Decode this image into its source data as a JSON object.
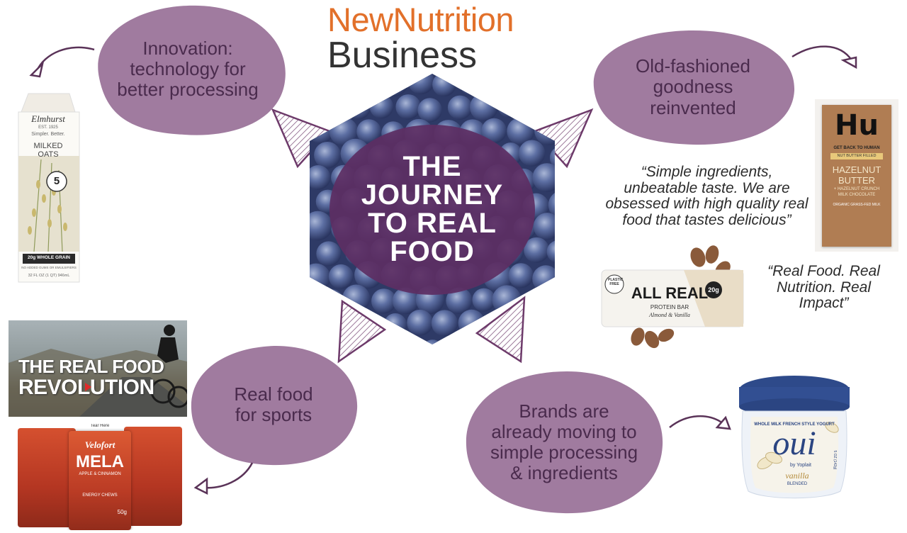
{
  "logo": {
    "line1": "NewNutrition",
    "line2": "Business"
  },
  "center": {
    "lines": [
      "THE",
      "JOURNEY",
      "TO REAL",
      "FOOD"
    ]
  },
  "bubbles": {
    "innovation": [
      "Innovation:",
      "technology for",
      "better processing"
    ],
    "oldfashioned": [
      "Old-fashioned",
      "goodness",
      "reinvented"
    ],
    "sports": [
      "Real food",
      "for sports"
    ],
    "brands": [
      "Brands are",
      "already moving to",
      "simple processing",
      "& ingredients"
    ]
  },
  "quotes": {
    "hu": [
      "“Simple ingredients,",
      "unbeatable taste. We are",
      "obsessed with high quality real",
      "food that tastes delicious”"
    ],
    "allreal": [
      "“Real Food. Real",
      "Nutrition. Real",
      "Impact”"
    ]
  },
  "products": {
    "elmhurst": {
      "brand": "Elmhurst",
      "est": "EST. 1925",
      "tagline": "Simpler. Better.",
      "name1": "MILKED",
      "name2": "OATS",
      "badge": "5",
      "grain": "20g WHOLE GRAIN",
      "note": "NO ADDED GUMS OR EMULSIFIERS",
      "volume": "32 FL OZ (1 QT) 946mL"
    },
    "hu": {
      "brand": "Hu",
      "tag": "GET BACK TO HUMAN",
      "filled": "NUT BUTTER FILLED",
      "name1": "HAZELNUT",
      "name2": "BUTTER",
      "sub1": "+ HAZELNUT CRUNCH",
      "sub2": "MILK CHOCOLATE",
      "milk": "ORGANIC GRASS-FED MILK"
    },
    "allreal": {
      "badge": "PLASTIC FREE",
      "name": "ALL REAL",
      "protein": "20g",
      "type": "PROTEIN BAR",
      "flavor": "Almond & Vanilla"
    },
    "video": {
      "line1": "THE REAL FOOD",
      "line2": "REVOLUTION"
    },
    "velofort": {
      "brand": "Velofort",
      "name": "MELA",
      "flavor": "APPLE & CINNAMON",
      "type": "ENERGY CHEWS",
      "weight": "50g",
      "tear": "Tear Here"
    },
    "oui": {
      "top": "WHOLE MILK FRENCH STYLE YOGURT",
      "brand": "oui",
      "by": "by Yoplait",
      "flavor": "vanilla",
      "blended": "BLENDED",
      "weight": "5 OZ (142g)"
    }
  },
  "colors": {
    "bubble": "#a07b9f",
    "accent": "#e2702a",
    "purpleDark": "#4a2b4d",
    "hexOverlay": "#5d2e63",
    "blueberry": "#4d5f93"
  }
}
